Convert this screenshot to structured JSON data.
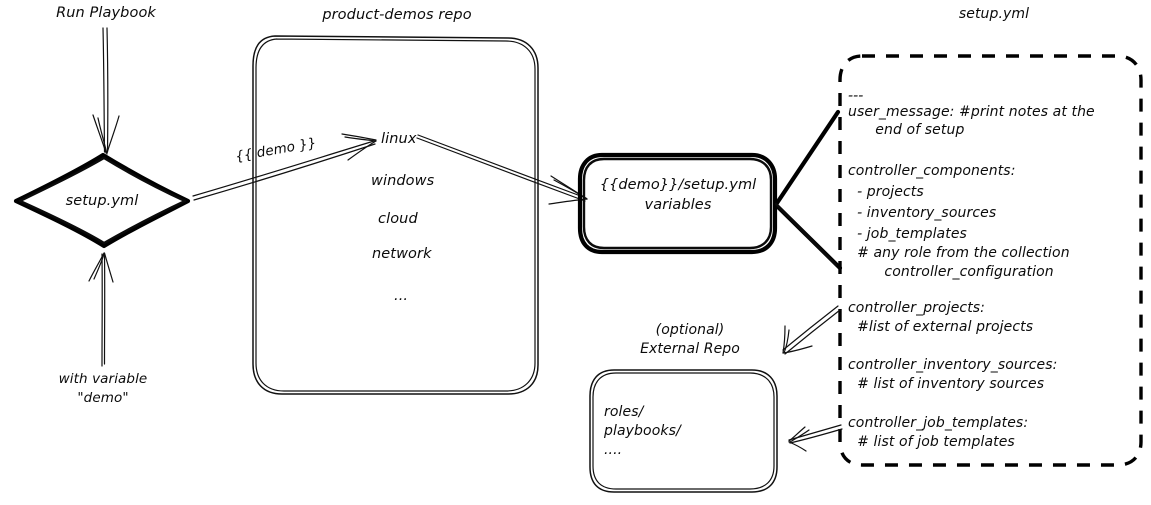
{
  "diagram": {
    "title": "Ansible product-demos setup.yml flow",
    "ink_color": "#0b0b0b",
    "background": "#ffffff"
  },
  "left": {
    "run_label": "Run Playbook",
    "node_label": "setup.yml",
    "with_variable_line1": "with variable",
    "with_variable_line2": "\"demo\""
  },
  "repo": {
    "caption": "product-demos repo",
    "items": [
      "linux",
      "windows",
      "cloud",
      "network",
      "..."
    ]
  },
  "edges": {
    "demo_var": "{{ demo }}"
  },
  "variables_node": {
    "line1": "{{demo}}/setup.yml",
    "line2": "variables"
  },
  "external_repo": {
    "caption_line1": "(optional)",
    "caption_line2": "External Repo",
    "items": [
      "roles/",
      "playbooks/",
      "...."
    ]
  },
  "setup_yml_file": {
    "caption": "setup.yml",
    "blocks": [
      {
        "lines": [
          "---",
          "user_message: #print notes at the",
          "      end of setup"
        ]
      },
      {
        "lines": [
          "controller_components:",
          "  - projects",
          "  - inventory_sources",
          "  - job_templates",
          "  # any role from the collection",
          "        controller_configuration"
        ]
      },
      {
        "lines": [
          "controller_projects:",
          "  #list of external projects"
        ]
      },
      {
        "lines": [
          "controller_inventory_sources:",
          "  # list of inventory sources"
        ]
      },
      {
        "lines": [
          "controller_job_templates:",
          "  # list of job templates"
        ]
      }
    ]
  }
}
